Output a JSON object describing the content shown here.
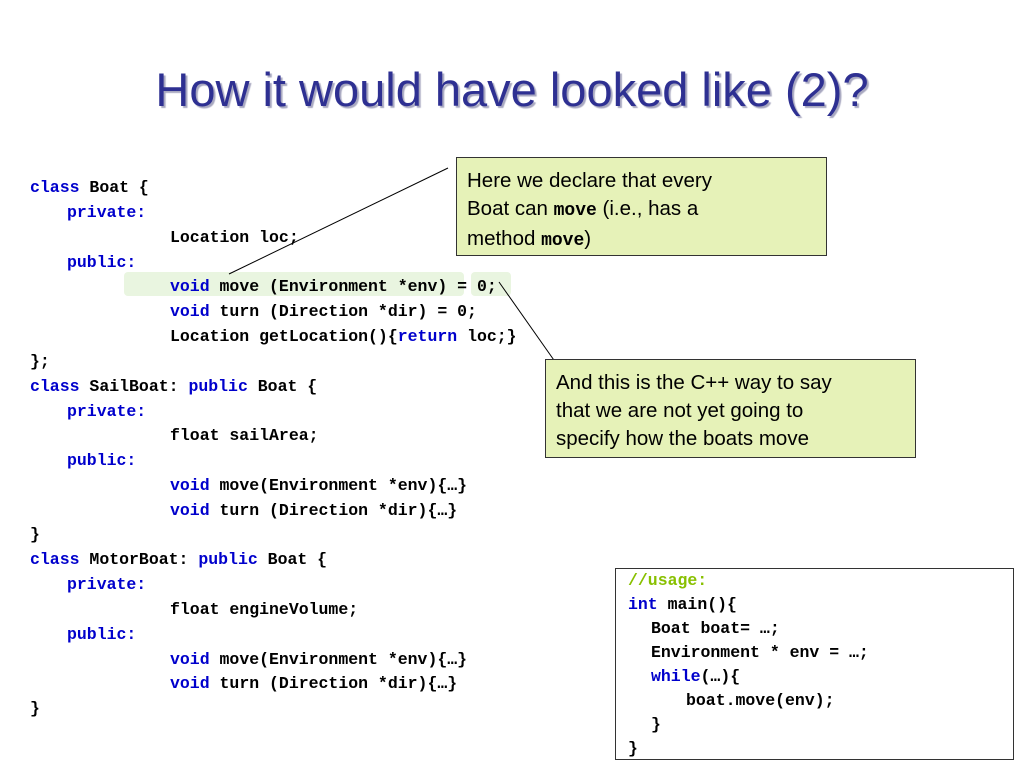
{
  "slide": {
    "title": "How it would have looked like (2)?"
  },
  "code_listing": {
    "lines": [
      [
        "class",
        " Boat {"
      ],
      [
        "private:"
      ],
      [
        "Location loc;"
      ],
      [
        "public:"
      ],
      [
        "void",
        " move (Environment *env) = 0;"
      ],
      [
        "void",
        " turn (Direction *dir) = 0;"
      ],
      [
        "Location getLocation(){",
        "return",
        " loc;}"
      ],
      [
        "};"
      ],
      [
        "class",
        " SailBoat: ",
        "public",
        " Boat {"
      ],
      [
        "private:"
      ],
      [
        "float sailArea;"
      ],
      [
        "public:"
      ],
      [
        "void",
        " move(Environment *env){…}"
      ],
      [
        "void",
        " turn (Direction *dir){…}"
      ],
      [
        "}"
      ],
      [
        "class",
        " MotorBoat: ",
        "public",
        " Boat {"
      ],
      [
        "private:"
      ],
      [
        "float engineVolume;"
      ],
      [
        "public:"
      ],
      [
        "void",
        " move(Environment *env){…}"
      ],
      [
        "void",
        " turn (Direction *dir){…}"
      ],
      [
        "}"
      ]
    ]
  },
  "callouts": {
    "move": {
      "line1": "Here we declare that every",
      "line2_text": "Boat can ",
      "line2_code": "move",
      "line2_tail": " (i.e., has a",
      "line3_text": "method ",
      "line3_code": "move",
      "line3_tail": ")"
    },
    "pure_virtual": {
      "line1": "And this is the C++ way to say",
      "line2": "that we are not yet going to",
      "line3": "specify how the boats move"
    }
  },
  "usage": {
    "comment": "//usage:",
    "lines": [
      [
        "int",
        " main(){"
      ],
      [
        "Boat boat= …;"
      ],
      [
        "Environment * env = …;"
      ],
      [
        "while",
        "(…){"
      ],
      [
        "boat.move(env);"
      ],
      [
        "}"
      ],
      [
        "}"
      ]
    ]
  },
  "colors": {
    "title": "#2e3092",
    "keyword": "#0000cc",
    "comment": "#88c000",
    "callout_bg": "#e6f2b8",
    "highlight": "#e9f5e0"
  }
}
